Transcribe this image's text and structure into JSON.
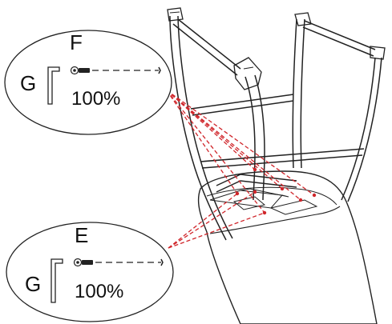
{
  "callouts": [
    {
      "id": "top",
      "part_letter": "F",
      "tool_letter": "G",
      "torque_label": "100%"
    },
    {
      "id": "bottom",
      "part_letter": "E",
      "tool_letter": "G",
      "torque_label": "100%"
    }
  ],
  "colors": {
    "leader": "#d0262b",
    "outline": "#222222",
    "background": "#ffffff"
  },
  "icons": {
    "tool": "allen-key-icon",
    "part": "bolt-icon"
  }
}
